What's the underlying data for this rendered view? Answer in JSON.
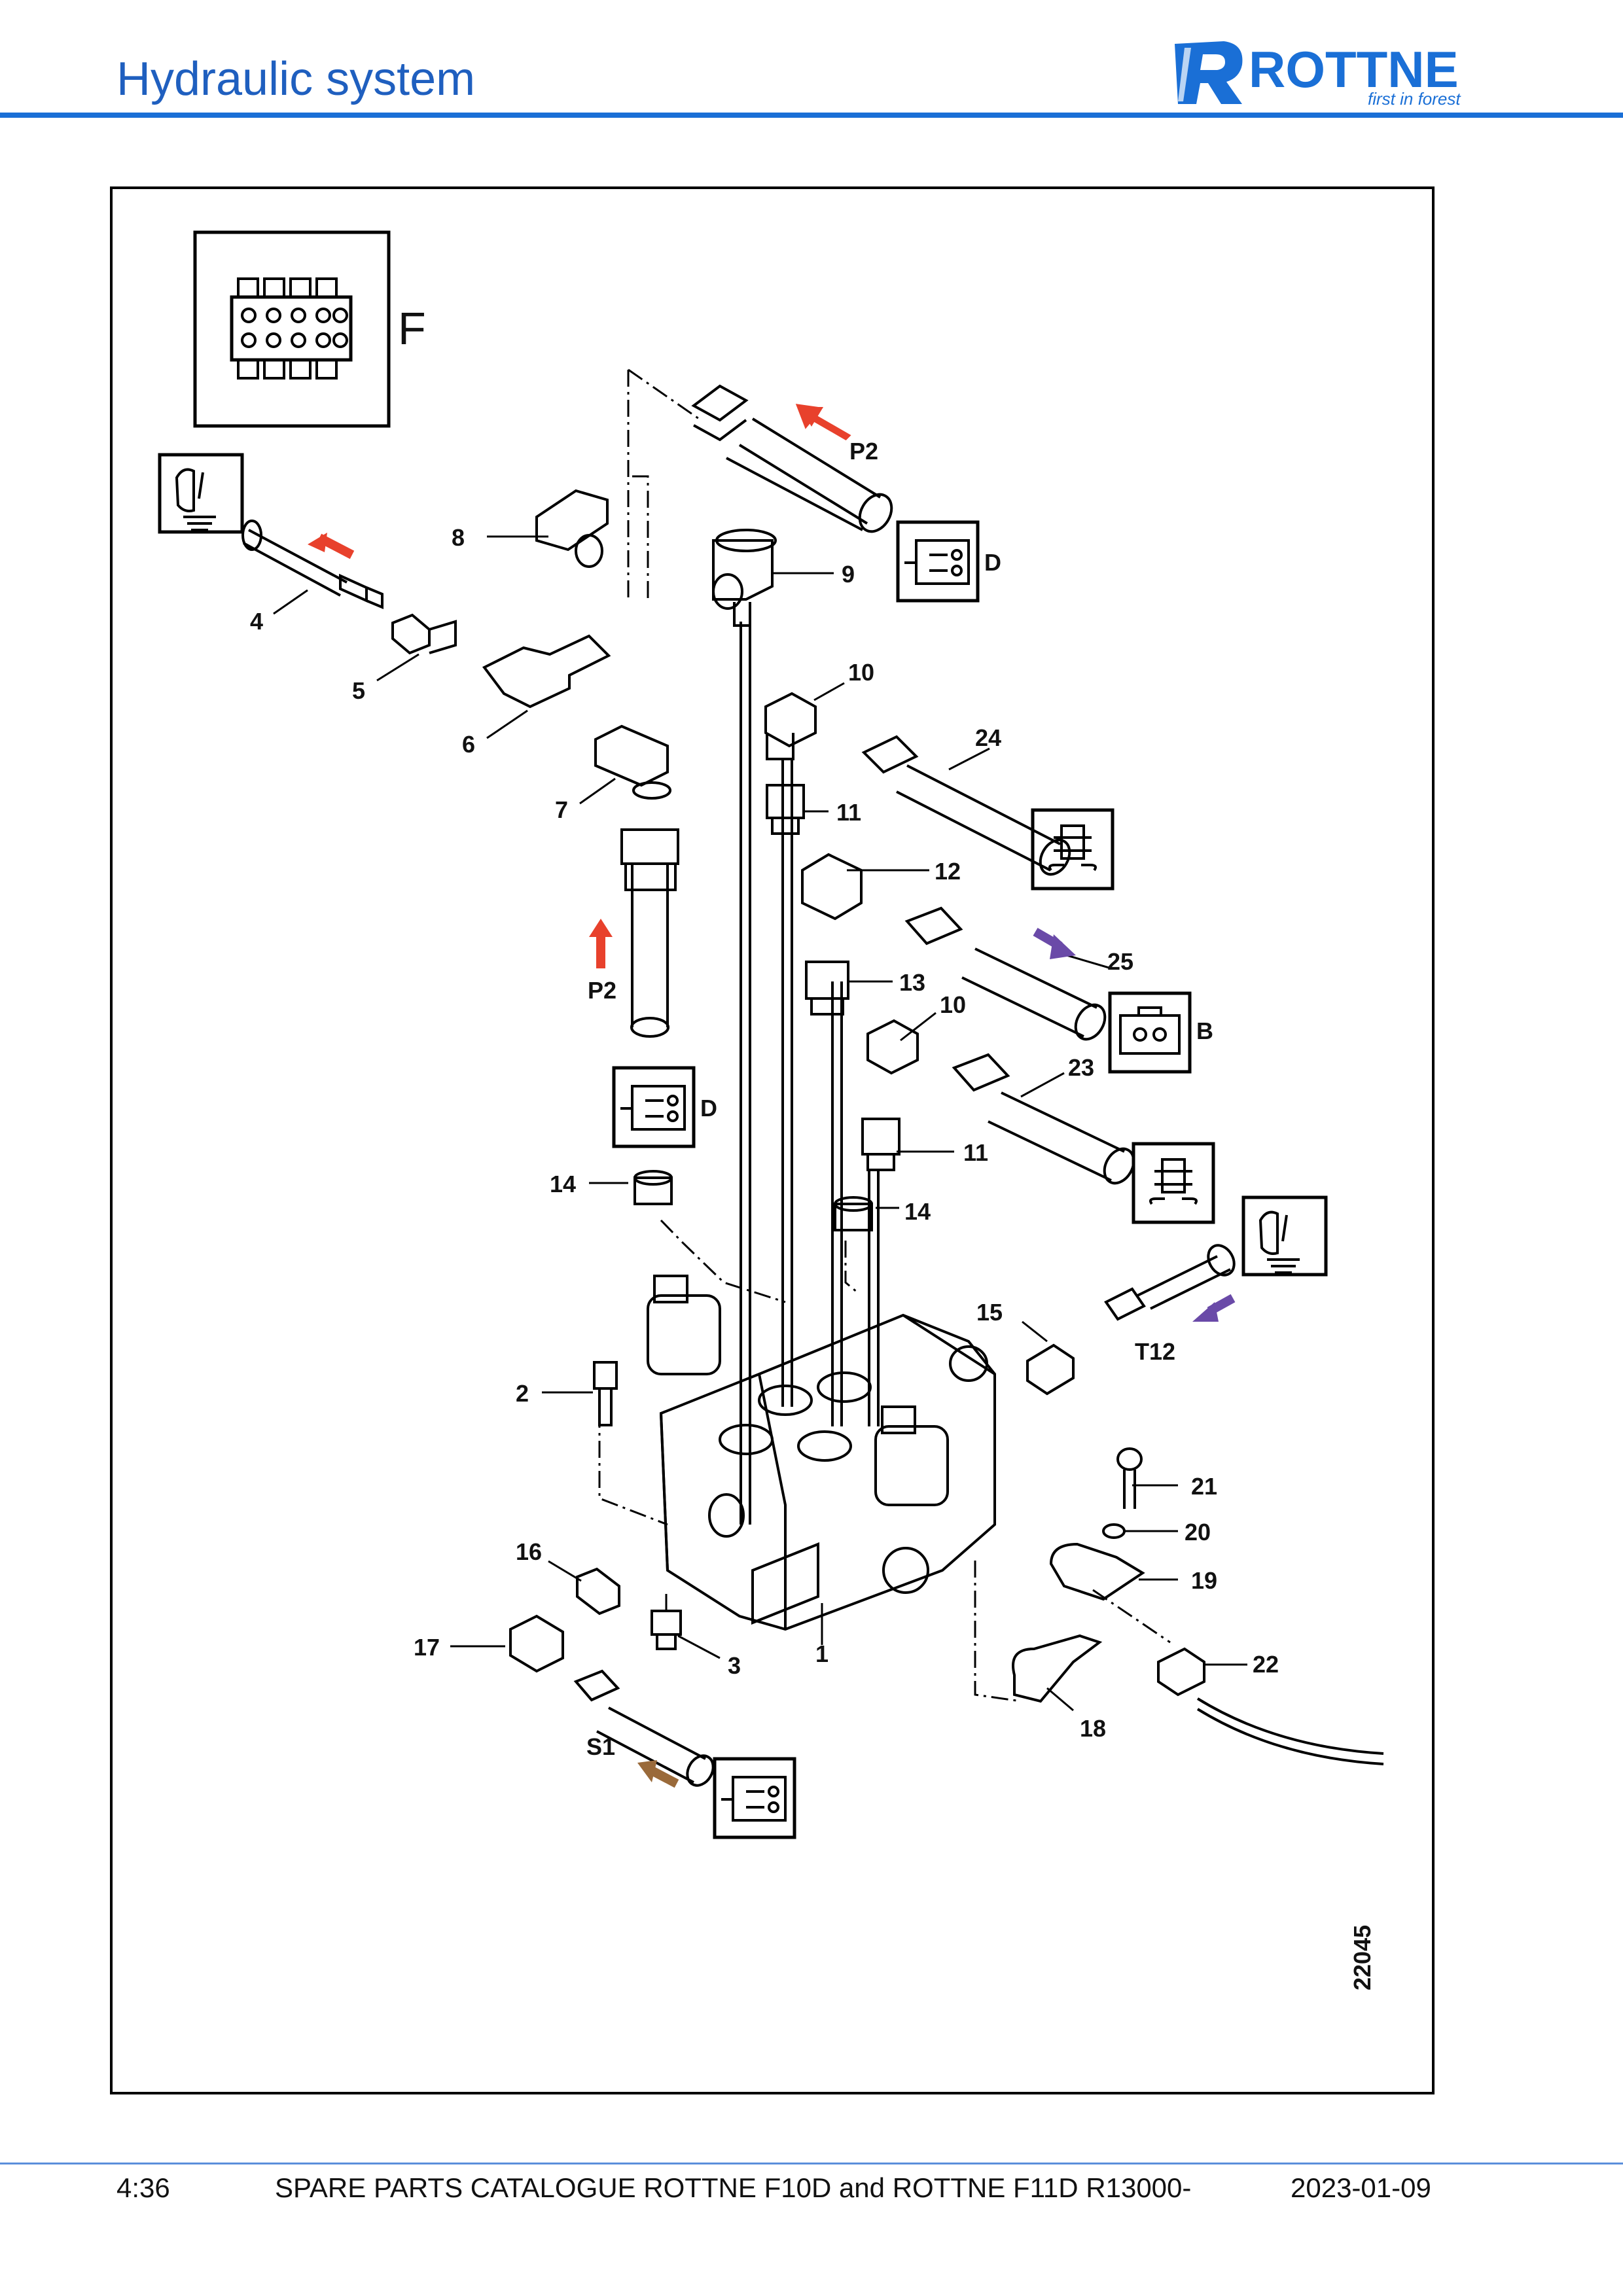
{
  "header": {
    "title": "Hydraulic system",
    "logo_text": "ROTTNE",
    "logo_tagline": "first in forest",
    "accent_color": "#1a6fd6"
  },
  "diagram": {
    "connector_label": "F",
    "drawing_number": "22045",
    "port_labels": {
      "p2_top": "P2",
      "p2_left": "P2",
      "t12": "T12",
      "s1": "S1",
      "d_top": "D",
      "d_mid": "D",
      "b": "B"
    },
    "callouts": {
      "c1": "1",
      "c2": "2",
      "c3": "3",
      "c4": "4",
      "c5": "5",
      "c6": "6",
      "c7": "7",
      "c8": "8",
      "c9": "9",
      "c10a": "10",
      "c10b": "10",
      "c11a": "11",
      "c11b": "11",
      "c12": "12",
      "c13": "13",
      "c14a": "14",
      "c14b": "14",
      "c15": "15",
      "c16": "16",
      "c17": "17",
      "c18": "18",
      "c19": "19",
      "c20": "20",
      "c21": "21",
      "c22": "22",
      "c23": "23",
      "c24": "24",
      "c25": "25"
    },
    "arrow_colors": {
      "red": "#e8412c",
      "purple": "#6a4aa8",
      "brown": "#9a6a3a"
    }
  },
  "footer": {
    "page": "4:36",
    "catalogue": "SPARE PARTS CATALOGUE ROTTNE F10D and ROTTNE F11D R13000-",
    "date": "2023-01-09"
  }
}
